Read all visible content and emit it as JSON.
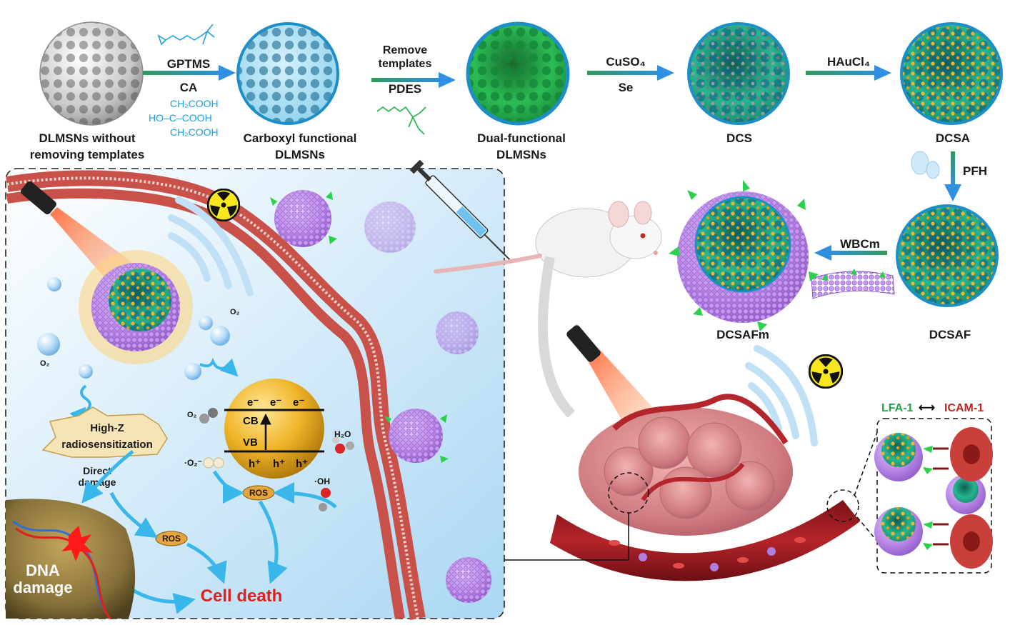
{
  "synthesis": {
    "step1": {
      "label_line1": "DLMSNs without",
      "label_line2": "removing templates"
    },
    "arrow1": {
      "top": "GPTMS",
      "bottom": "CA",
      "ca_line1": "CH₂COOH",
      "ca_line2": "HO–C–COOH",
      "ca_line3": "CH₂COOH"
    },
    "step2": {
      "label_line1": "Carboxyl functional",
      "label_line2": "DLMSNs"
    },
    "arrow2": {
      "top_line1": "Remove",
      "top_line2": "templates",
      "bottom": "PDES"
    },
    "step3": {
      "label_line1": "Dual-functional",
      "label_line2": "DLMSNs"
    },
    "arrow3": {
      "top": "CuSO₄",
      "bottom": "Se"
    },
    "step4": {
      "label": "DCS"
    },
    "arrow4": {
      "top": "HAuCl₄"
    },
    "step5": {
      "label": "DCSA"
    },
    "arrow5": {
      "side": "PFH"
    },
    "step6": {
      "label": "DCSAF"
    },
    "arrow6": {
      "top": "WBCm"
    },
    "step7": {
      "label": "DCSAFm"
    }
  },
  "mechanism": {
    "o2_a": "O₂",
    "o2_b": "O₂",
    "o2_c": "O₂",
    "h2o": "H₂O",
    "superoxide": "·O₂⁻",
    "hydroxyl": "·OH",
    "electron": "e⁻",
    "hole": "h⁺",
    "cb": "CB",
    "vb": "VB",
    "radiosens_line1": "High-Z",
    "radiosens_line2": "radiosensitization",
    "direct_line1": "Direct",
    "direct_line2": "damage",
    "ros": "ROS",
    "dna_line1": "DNA",
    "dna_line2": "damage",
    "cell_death": "Cell death"
  },
  "targeting": {
    "lfa": "LFA-1",
    "icam": "ICAM-1"
  },
  "colors": {
    "sphere_blue": "#2fb3e8",
    "core_green": "#1fa94a",
    "membrane_purple": "#b07ee0",
    "gold": "#e8a51a",
    "membrane_red": "#c8524a",
    "cell_death_red": "#e0201b",
    "arrow_blue": "#2f8fe0",
    "targeting_green": "#1fa64a",
    "targeting_red": "#c0281e"
  },
  "icons": [
    "radiation-icon",
    "laser-icon",
    "syringe-icon",
    "mouse-icon"
  ]
}
